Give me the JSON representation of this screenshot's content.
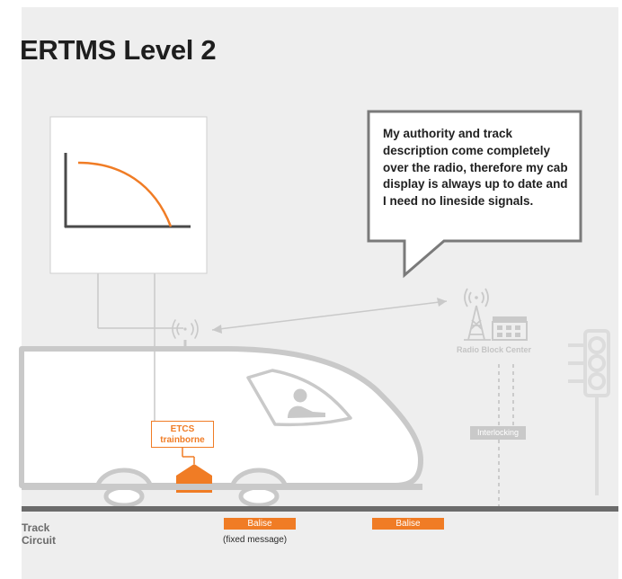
{
  "title": "ERTMS Level 2",
  "speech_bubble": "My authority and track description come completely over the radio, therefore my cab display is always up to date and I need no lineside signals.",
  "rbc_label": "Radio Block Center",
  "interlocking_label": "Interlocking",
  "etcs_label_line1": "ETCS",
  "etcs_label_line2": "trainborne",
  "balise_labels": [
    "Balise",
    "Balise"
  ],
  "fixed_message": "(fixed message)",
  "track_circuit_label": "Track\nCircuit",
  "colors": {
    "accent_orange": "#f07c25",
    "background_gray": "#eeeeee",
    "light_gray": "#c9c9c9",
    "track": "#6b6b6b"
  },
  "icons": [
    "radio-antenna-icon",
    "radio-tower-icon",
    "building-icon",
    "driver-icon",
    "signal-icon"
  ]
}
